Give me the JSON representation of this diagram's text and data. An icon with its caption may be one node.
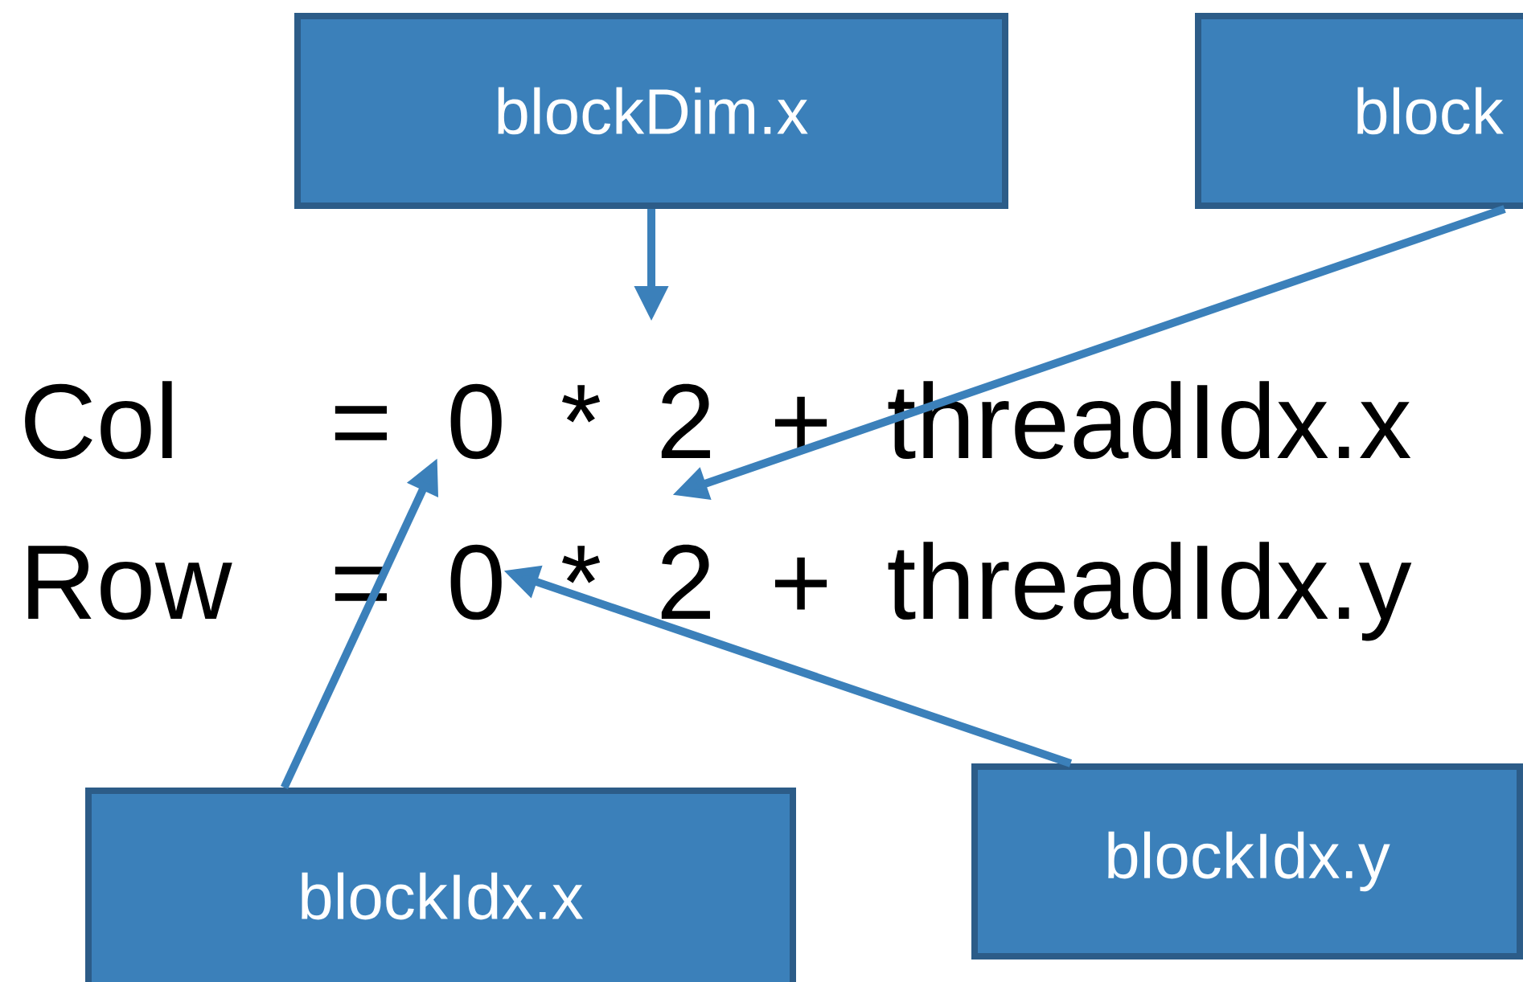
{
  "diagram": {
    "nodes": [
      {
        "text": [
          "blockDim.x"
        ]
      },
      {
        "text": [
          "block"
        ]
      },
      {
        "text": [
          "blockIdx.x"
        ]
      },
      {
        "text": [
          "blockIdx.y"
        ]
      },
      {
        "text": [
          "= 0 * 2 + threadIdx.x"
        ]
      },
      {
        "text": [
          "= 0 * 2 + threadIdx.y"
        ]
      }
    ],
    "edges": [
      {
        "from": 0,
        "to": 4,
        "arrow": "to"
      },
      {
        "from": 1,
        "to": 4,
        "arrow": "to"
      },
      {
        "from": 2,
        "to": 4,
        "arrow": "to"
      },
      {
        "from": 3,
        "to": 5,
        "arrow": "to"
      }
    ],
    "labels": [
      "Col",
      "Row"
    ]
  }
}
